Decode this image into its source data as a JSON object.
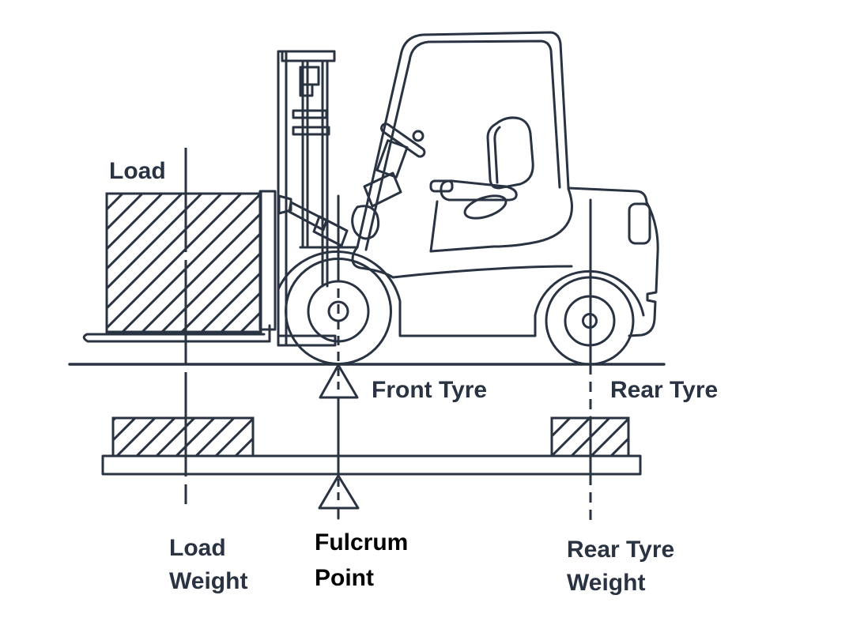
{
  "colors": {
    "line": "#2a3342",
    "fulcrum_text": "#000000",
    "background": "#ffffff"
  },
  "labels": {
    "load": "Load",
    "front_tyre": "Front Tyre",
    "rear_tyre": "Rear Tyre",
    "load_weight": [
      "Load",
      "Weight"
    ],
    "fulcrum_point": [
      "Fulcrum",
      "Point"
    ],
    "rear_tyre_weight": [
      "Rear Tyre",
      "Weight"
    ]
  }
}
